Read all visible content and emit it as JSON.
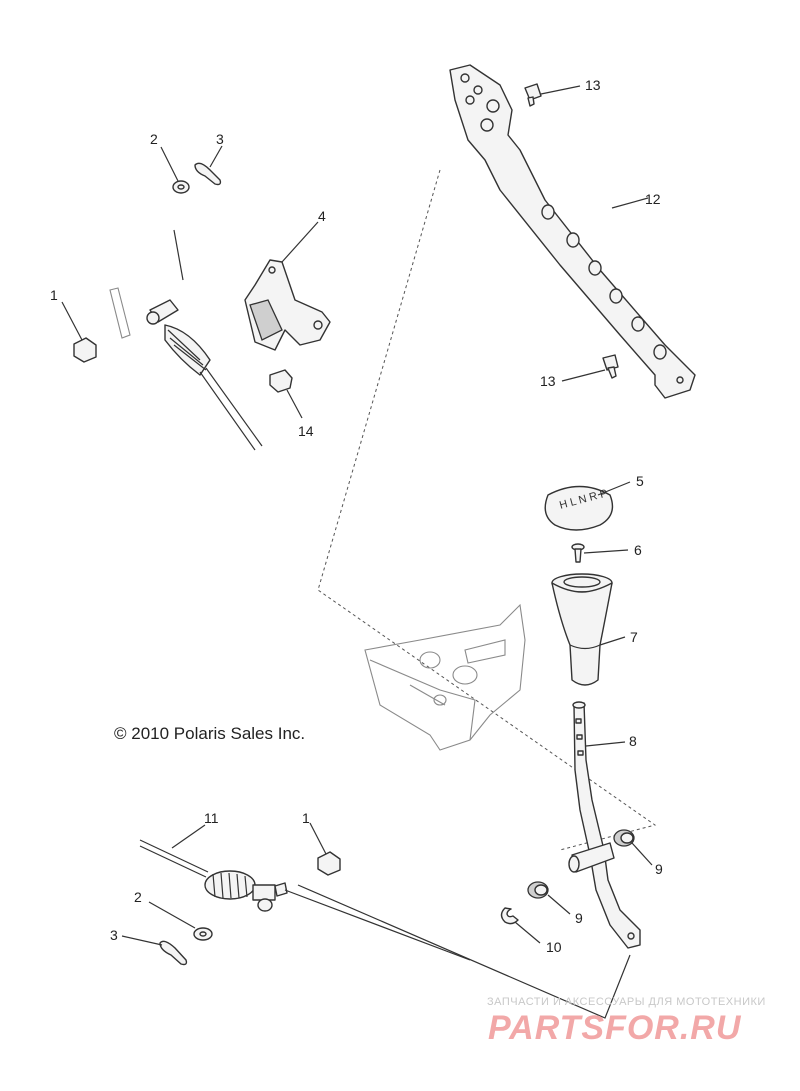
{
  "copyright": "© 2010 Polaris Sales Inc.",
  "watermark": {
    "tagline": "ЗАПЧАСТИ И АКСЕССУАРЫ ДЛЯ МОТОТЕХНИКИ",
    "brand": "PARTSFOR.RU"
  },
  "callouts": {
    "c1a": "1",
    "c2a": "2",
    "c3a": "3",
    "c4": "4",
    "c14": "14",
    "c13a": "13",
    "c12": "12",
    "c13b": "13",
    "c5": "5",
    "c6": "6",
    "c7": "7",
    "c8": "8",
    "c9a": "9",
    "c9b": "9",
    "c10": "10",
    "c11": "11",
    "c1b": "1",
    "c2b": "2",
    "c3b": "3"
  }
}
